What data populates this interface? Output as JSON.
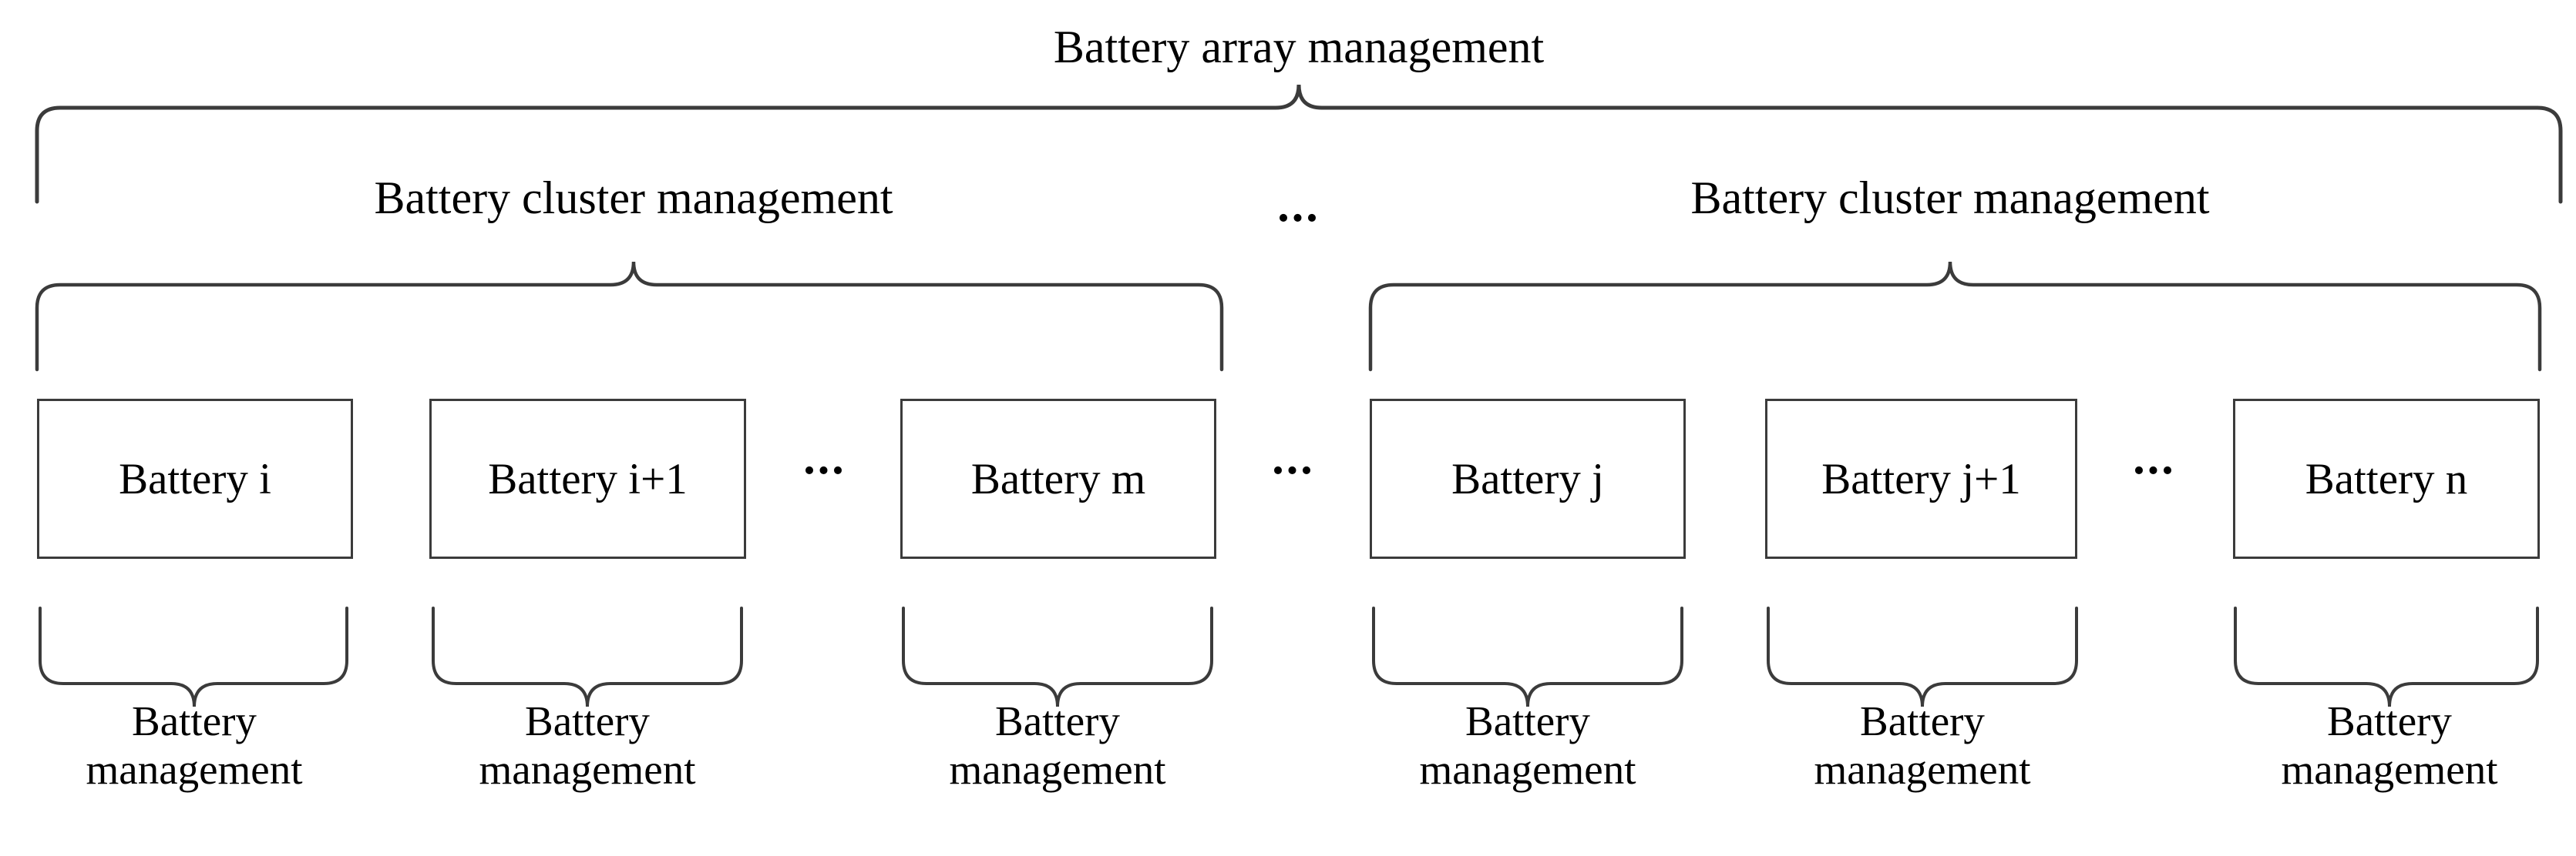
{
  "diagram": {
    "title": "Battery array management",
    "level_labels": {
      "array": "Battery array management",
      "cluster": "Battery cluster management",
      "battery_management": "Battery management"
    },
    "ellipsis": "...",
    "clusters": [
      {
        "label": "Battery cluster management",
        "batteries": [
          {
            "label": "Battery i",
            "management": "Battery management"
          },
          {
            "label": "Battery i+1",
            "management": "Battery management"
          },
          {
            "label": "Battery m",
            "management": "Battery management"
          }
        ],
        "inner_ellipsis": "..."
      },
      {
        "label": "Battery cluster management",
        "batteries": [
          {
            "label": "Battery j",
            "management": "Battery management"
          },
          {
            "label": "Battery j+1",
            "management": "Battery management"
          },
          {
            "label": "Battery n",
            "management": "Battery management"
          }
        ],
        "inner_ellipsis": "..."
      }
    ],
    "cluster_separator_ellipsis": "...",
    "colors": {
      "stroke": "#3b3b3b",
      "brace": "#3b3b3b",
      "text": "#000000",
      "background": "#ffffff"
    }
  }
}
